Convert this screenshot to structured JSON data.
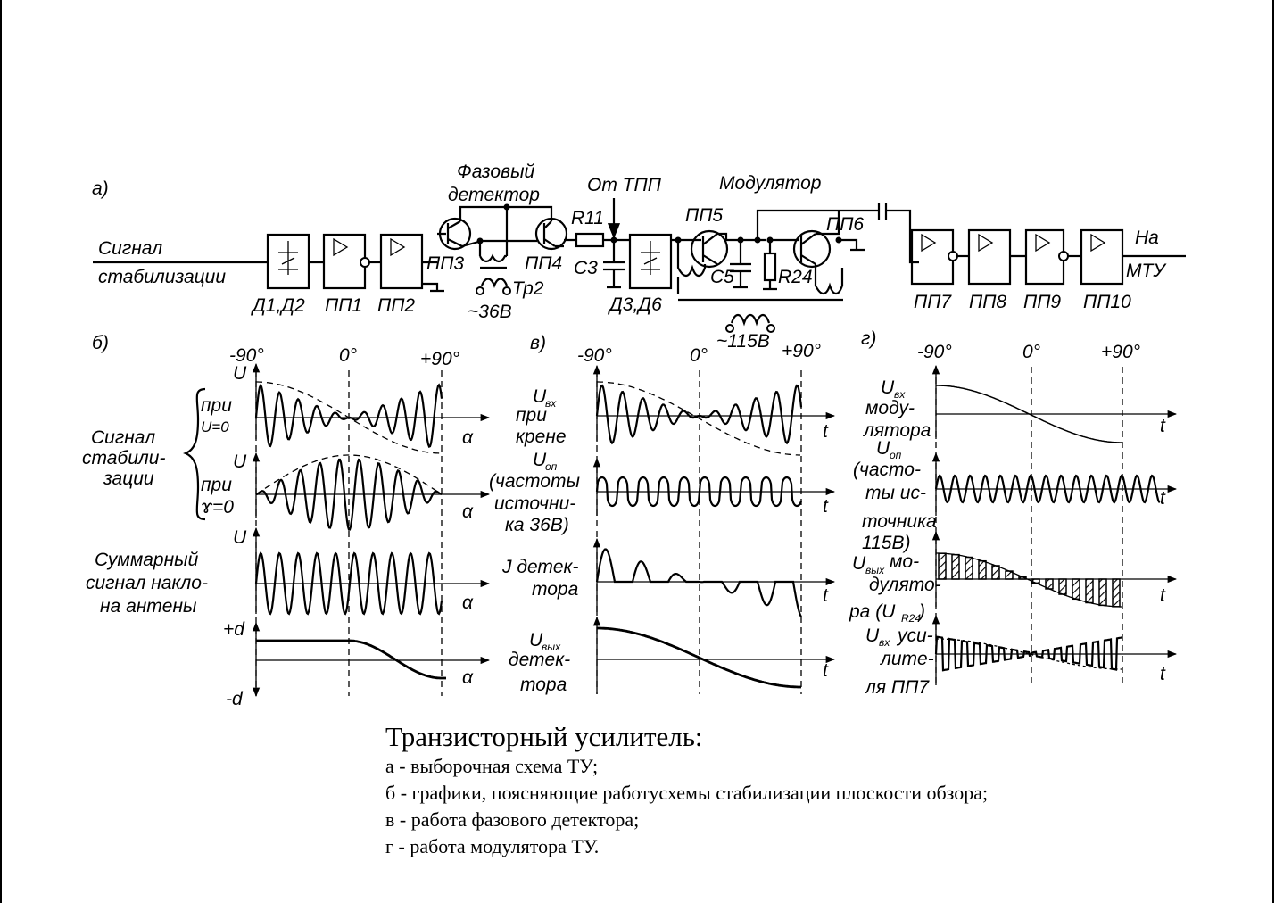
{
  "scheme": {
    "part_label": "а)",
    "input_signal": [
      "Сигнал",
      "стабилизации"
    ],
    "phase_detector": [
      "Фазовый",
      "детектор"
    ],
    "from_tpp": "От ТПП",
    "modulator": "Модулятор",
    "output": [
      "На",
      "МТУ"
    ],
    "components": {
      "d1d2": "Д1,Д2",
      "pp1": "ПП1",
      "pp2": "ПП2",
      "pp3": "ПП3",
      "pp4": "ПП4",
      "tr2": "Тр2",
      "v36": "~36В",
      "r11": "R11",
      "c3": "С3",
      "d3d6": "Д3,Д6",
      "pp5": "ПП5",
      "c5": "С5",
      "r24": "R24",
      "pp6": "ПП6",
      "v115": "~115В",
      "pp7": "ПП7",
      "pp8": "ПП8",
      "pp9": "ПП9",
      "pp10": "ПП10"
    }
  },
  "graphs_b": {
    "part_label": "б)",
    "angles": [
      "-90°",
      "0°",
      "+90°"
    ],
    "signal_label": [
      "Сигнал",
      "стабили-",
      "зации"
    ],
    "case1": [
      "при",
      "U=0"
    ],
    "case2": [
      "при",
      "ɤ=0"
    ],
    "sum_label": [
      "Суммарный",
      "сигнал накло-",
      "на антены"
    ],
    "axis_u": "U",
    "axis_alpha": "α",
    "plus_d": "+d",
    "minus_d": "-d"
  },
  "graphs_v": {
    "part_label": "в)",
    "angles": [
      "-90°",
      "0°",
      "+90°"
    ],
    "u_in": [
      "U",
      "вх",
      "при",
      "крене"
    ],
    "u_op": [
      "U",
      "оп",
      "(частоты",
      "источни-",
      "ка 36В)"
    ],
    "j_det": [
      "J детек-",
      "тора"
    ],
    "u_out": [
      "U",
      "вых",
      "детек-",
      "тора"
    ],
    "axis_t": "t"
  },
  "graphs_g": {
    "part_label": "г)",
    "angles": [
      "-90°",
      "0°",
      "+90°"
    ],
    "u_in_mod": [
      "U",
      "вх",
      "моду-",
      "лятора"
    ],
    "u_op": [
      "U",
      "оп",
      "(часто-",
      "ты ис-",
      "точника",
      "115В)"
    ],
    "u_out_mod": [
      "U",
      "вых",
      "мо-",
      "дулято-",
      "ра (U",
      "R24",
      ")"
    ],
    "u_in_amp": [
      "U",
      "вх",
      "уси-",
      "лите-",
      "ля ПП7"
    ],
    "axis_t": "t"
  },
  "caption": {
    "title": "Транзисторный усилитель:",
    "lines": [
      "а - выборочная схема ТУ;",
      "б - графики, поясняющие работусхемы стабилизации плоскости обзора;",
      "в - работа фазового детектора;",
      "г - работа модулятора ТУ."
    ]
  }
}
